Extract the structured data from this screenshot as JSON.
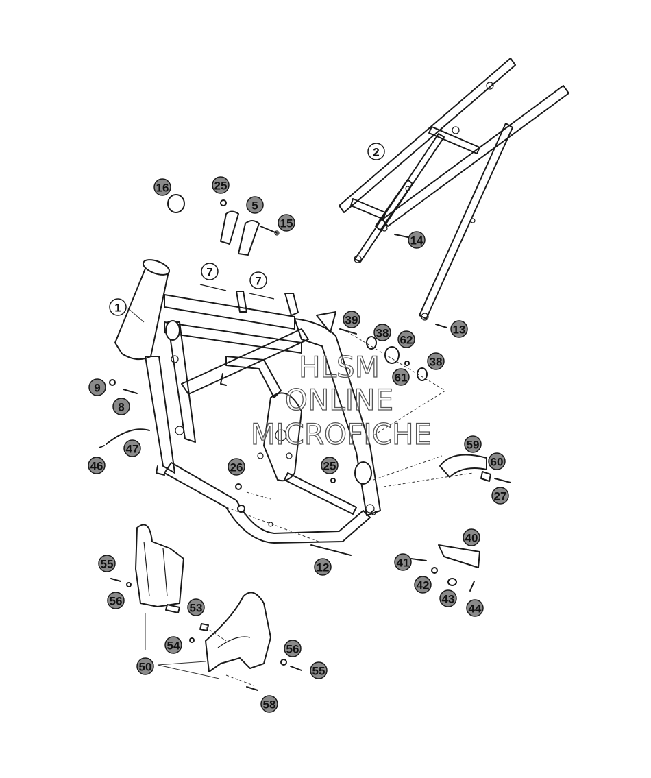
{
  "watermark": {
    "line1": "HLSM",
    "line2": "ONLINE",
    "line3": "MICROFICHE"
  },
  "callouts": [
    {
      "label": "1",
      "style": "open"
    },
    {
      "label": "2",
      "style": "open"
    },
    {
      "label": "5",
      "style": "filled"
    },
    {
      "label": "7",
      "style": "open"
    },
    {
      "label": "7",
      "style": "open"
    },
    {
      "label": "8",
      "style": "filled"
    },
    {
      "label": "9",
      "style": "filled"
    },
    {
      "label": "12",
      "style": "filled"
    },
    {
      "label": "13",
      "style": "filled"
    },
    {
      "label": "14",
      "style": "filled"
    },
    {
      "label": "15",
      "style": "filled"
    },
    {
      "label": "16",
      "style": "filled"
    },
    {
      "label": "25",
      "style": "filled"
    },
    {
      "label": "25",
      "style": "filled"
    },
    {
      "label": "26",
      "style": "filled"
    },
    {
      "label": "27",
      "style": "filled"
    },
    {
      "label": "38",
      "style": "filled"
    },
    {
      "label": "38",
      "style": "filled"
    },
    {
      "label": "39",
      "style": "filled"
    },
    {
      "label": "40",
      "style": "filled"
    },
    {
      "label": "41",
      "style": "filled"
    },
    {
      "label": "42",
      "style": "filled"
    },
    {
      "label": "43",
      "style": "filled"
    },
    {
      "label": "44",
      "style": "filled"
    },
    {
      "label": "46",
      "style": "filled"
    },
    {
      "label": "47",
      "style": "filled"
    },
    {
      "label": "50",
      "style": "filled"
    },
    {
      "label": "53",
      "style": "filled"
    },
    {
      "label": "54",
      "style": "filled"
    },
    {
      "label": "55",
      "style": "filled"
    },
    {
      "label": "55",
      "style": "filled"
    },
    {
      "label": "56",
      "style": "filled"
    },
    {
      "label": "56",
      "style": "filled"
    },
    {
      "label": "58",
      "style": "filled"
    },
    {
      "label": "59",
      "style": "filled"
    },
    {
      "label": "60",
      "style": "filled"
    },
    {
      "label": "61",
      "style": "filled"
    },
    {
      "label": "62",
      "style": "filled"
    }
  ]
}
